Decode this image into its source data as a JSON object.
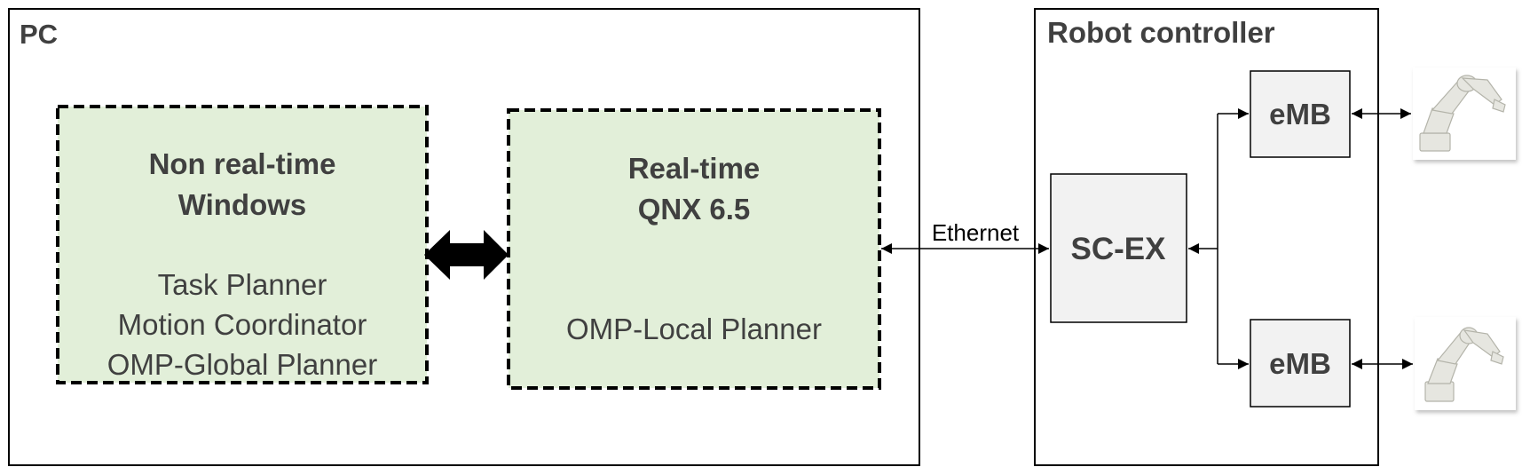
{
  "pc": {
    "title": "PC",
    "non_realtime": {
      "line1": "Non real-time",
      "line2": "Windows",
      "items": [
        "Task Planner",
        "Motion Coordinator",
        "OMP-Global Planner"
      ]
    },
    "realtime": {
      "line1": "Real-time",
      "line2": "QNX 6.5",
      "item": "OMP-Local Planner"
    }
  },
  "link": {
    "label": "Ethernet"
  },
  "robot_controller": {
    "title": "Robot controller",
    "sc_ex": "SC-EX",
    "emb_top": "eMB",
    "emb_bottom": "eMB"
  },
  "colors": {
    "module_fill": "#e2efd9",
    "box_fill": "#f2f2f2",
    "stroke": "#000000",
    "text": "#404040",
    "robot": "#e6e6e0"
  }
}
